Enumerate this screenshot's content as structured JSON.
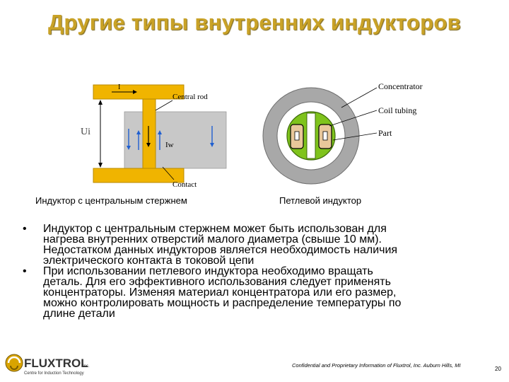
{
  "title": "Другие типы внутренних индукторов",
  "figure_left": {
    "label_current": "I",
    "label_central_rod": "Central rod",
    "label_ui": "Ui",
    "label_iw": "Iw",
    "label_contact": "Contact",
    "caption": "Индуктор с центральным стержнем"
  },
  "figure_right": {
    "label_concentrator": "Concentrator",
    "label_coil_tubing": "Coil tubing",
    "label_part": "Part",
    "caption": "Петлевой индуктор"
  },
  "bullets": [
    {
      "marker": "•",
      "lines": [
        "Индуктор с центральным стержнем может быть использован для",
        "нагрева внутренних отверстий малого диаметра (свыше 10 мм).",
        "Недостатком данных индукторов является необходимость наличия",
        "электрического контакта в токовой цепи"
      ]
    },
    {
      "marker": "•",
      "lines": [
        "При использовании петлевого индуктора необходимо вращать",
        "деталь. Для его эффективного использования следует применять",
        "концентраторы. Изменяя материал концентратора или его размер,",
        "можно контролировать мощность и распределение температуры по",
        "длине детали"
      ]
    }
  ],
  "logo": {
    "name": "FLUXTROL",
    "suffix": "Inc.",
    "tagline": "Centre for Induction Technology"
  },
  "footer_note": "Confidential and Proprietary Information of Fluxtrol, Inc. Auburn Hills, MI",
  "page_number": "20",
  "colors": {
    "title": "#c9a227",
    "rod_fill": "#f0b400",
    "part_gray": "#c8c8c8",
    "arrow_blue": "#1f5fd0",
    "concentrator_gray": "#a8a8a8",
    "part_green": "#7fc31c",
    "coil_tan": "#e8c79a"
  }
}
